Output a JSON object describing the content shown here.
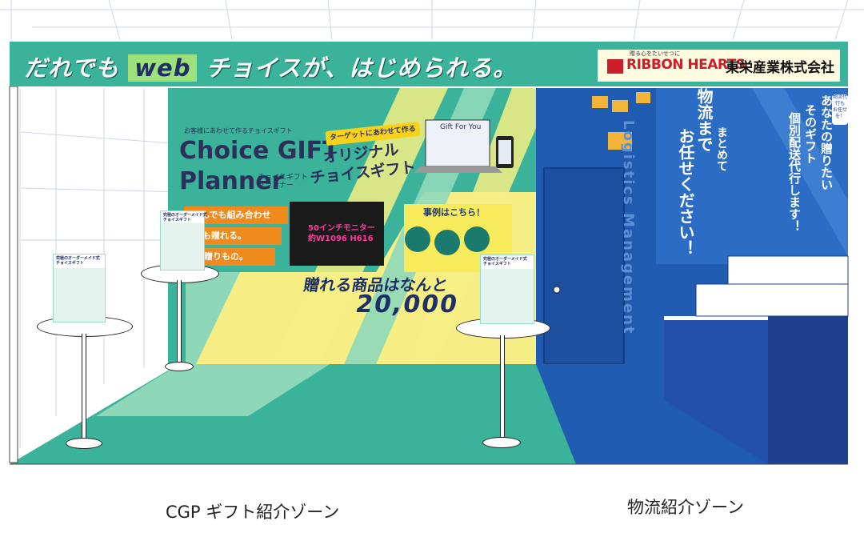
{
  "banner": {
    "tagline_pre": "だれでも",
    "tagline_web": "web",
    "tagline_post": "チョイスが、はじめられる。",
    "logo_small": "贈る心をたいせつに",
    "logo_brand": "RIBBON HEARTS",
    "company": "東栄産業株式会社"
  },
  "cgp_wall": {
    "small_label": "お客様にあわせて作るチョイスギフト",
    "title_line1": "Choice GIFT",
    "title_line2": "Planner",
    "title_sub_line1": "チョイスギフト・",
    "title_sub_line2": "プランナー",
    "bullet1": "なんでも組み合わせ",
    "bullet2": "でも贈れる。",
    "bullet3": "な贈りもの。",
    "target_tag": "ターゲットにあわせて作る",
    "original_line1": "オリジナル",
    "original_line2": "チョイスギフト",
    "laptop_screen": "Gift For You",
    "monitor_line1": "50インチモニター",
    "monitor_line2": "約W1096 H616",
    "case_label": "事例はこちら！",
    "okureru": "贈れる商品はなんと",
    "count": "20,000"
  },
  "flyer": {
    "line1": "究極のオーダーメイド式",
    "line2": "チョイスギフト"
  },
  "logistics_wall": {
    "vertical_english": "Logistics Management",
    "msg_line1": "物流まで",
    "msg_line2": "お任せください！",
    "msg_extra": "まとめて",
    "right_line1": "あなたの贈りたい",
    "right_line2": "そのギフト",
    "right_line3": "個別配送代行します！",
    "badge": "物流代行も\nお任せを！"
  },
  "captions": {
    "left": "CGP ギフト紹介ゾーン",
    "right": "物流紹介ゾーン"
  },
  "colors": {
    "teal": "#3bb39a",
    "yellow": "#f6ee85",
    "navy_blue": "#1f5bb0",
    "dark_blue": "#1d3f8e"
  }
}
